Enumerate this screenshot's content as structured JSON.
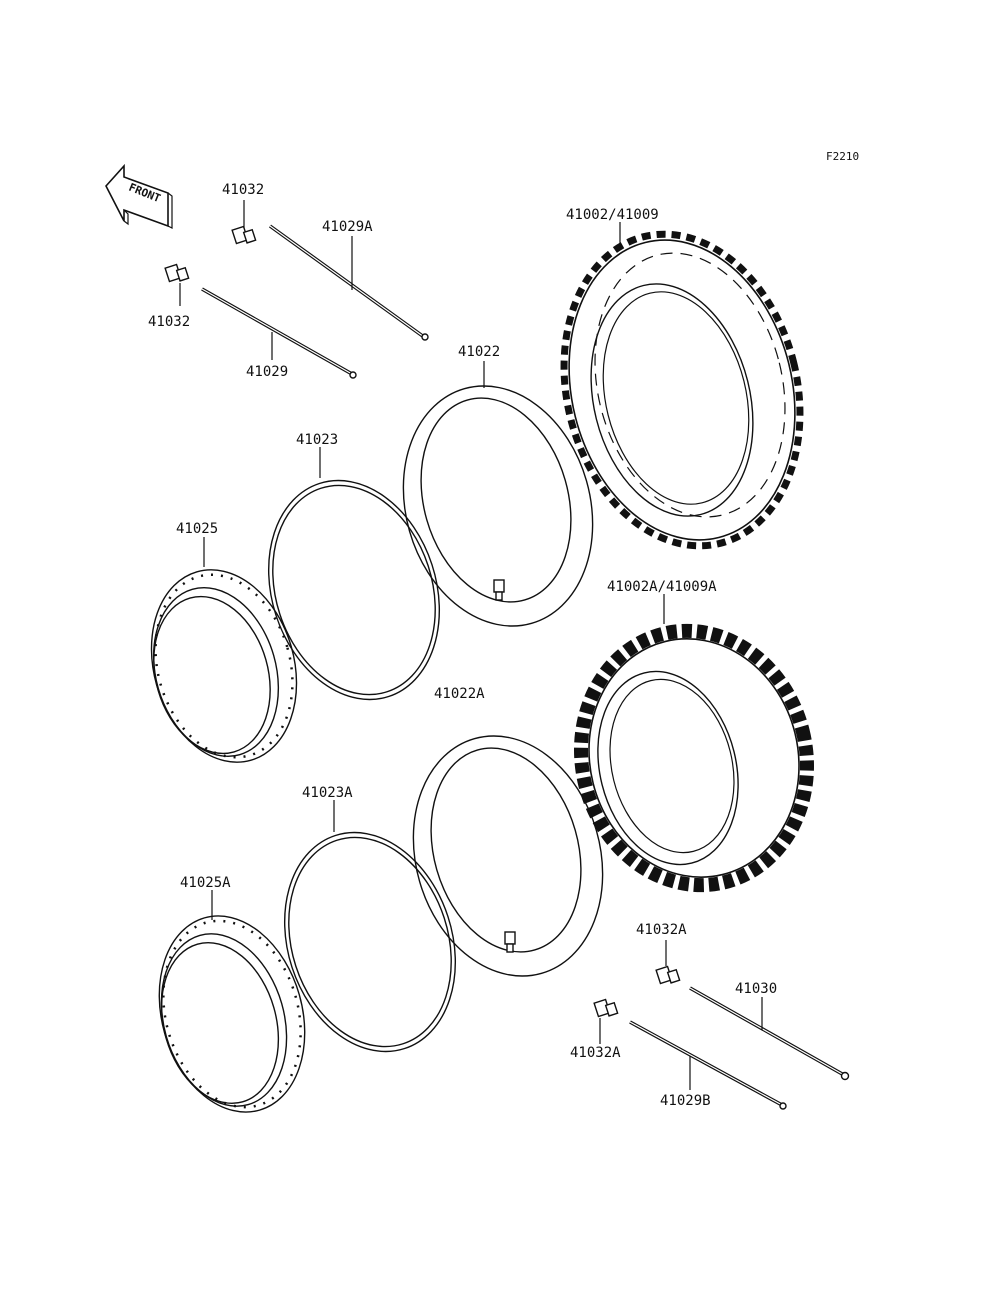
{
  "figure_ref": "F2210",
  "front_label": "FRONT",
  "labels": {
    "p41032_top": "41032",
    "p41032_mid": "41032",
    "p41029A": "41029A",
    "p41029": "41029",
    "p41002": "41002/41009",
    "p41022": "41022",
    "p41023": "41023",
    "p41025": "41025",
    "p41022A": "41022A",
    "p41002A": "41002A/41009A",
    "p41023A": "41023A",
    "p41025A": "41025A",
    "p41032A_top": "41032A",
    "p41030": "41030",
    "p41032A_bot": "41032A",
    "p41029B": "41029B"
  }
}
